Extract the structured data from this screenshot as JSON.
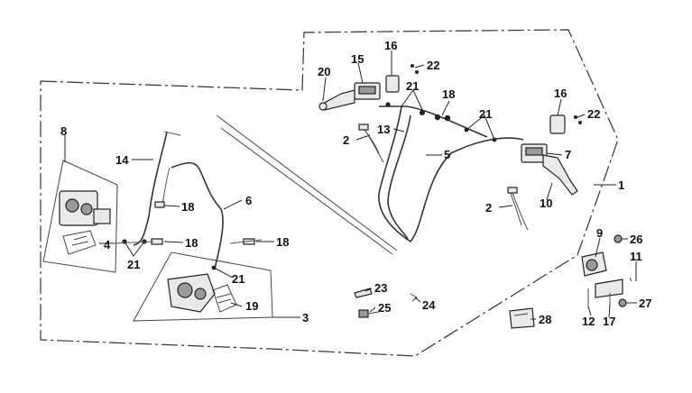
{
  "diagram": {
    "accent_color": "#222222",
    "background_color": "#ffffff",
    "callouts": [
      {
        "id": "c1",
        "label": "1"
      },
      {
        "id": "c2a",
        "label": "2"
      },
      {
        "id": "c2b",
        "label": "2"
      },
      {
        "id": "c3",
        "label": "3"
      },
      {
        "id": "c4",
        "label": "4"
      },
      {
        "id": "c5",
        "label": "5"
      },
      {
        "id": "c6",
        "label": "6"
      },
      {
        "id": "c7",
        "label": "7"
      },
      {
        "id": "c8",
        "label": "8"
      },
      {
        "id": "c9",
        "label": "9"
      },
      {
        "id": "c10",
        "label": "10"
      },
      {
        "id": "c11",
        "label": "11"
      },
      {
        "id": "c12",
        "label": "12"
      },
      {
        "id": "c13",
        "label": "13"
      },
      {
        "id": "c14",
        "label": "14"
      },
      {
        "id": "c15",
        "label": "15"
      },
      {
        "id": "c16a",
        "label": "16"
      },
      {
        "id": "c16b",
        "label": "16"
      },
      {
        "id": "c17",
        "label": "17"
      },
      {
        "id": "c18a",
        "label": "18"
      },
      {
        "id": "c18b",
        "label": "18"
      },
      {
        "id": "c18c",
        "label": "18"
      },
      {
        "id": "c18d",
        "label": "18"
      },
      {
        "id": "c19",
        "label": "19"
      },
      {
        "id": "c20",
        "label": "20"
      },
      {
        "id": "c21a",
        "label": "21"
      },
      {
        "id": "c21b",
        "label": "21"
      },
      {
        "id": "c21c",
        "label": "21"
      },
      {
        "id": "c21d",
        "label": "21"
      },
      {
        "id": "c22a",
        "label": "22"
      },
      {
        "id": "c22b",
        "label": "22"
      },
      {
        "id": "c23",
        "label": "23"
      },
      {
        "id": "c24",
        "label": "24"
      },
      {
        "id": "c25",
        "label": "25"
      },
      {
        "id": "c26",
        "label": "26"
      },
      {
        "id": "c27",
        "label": "27"
      },
      {
        "id": "c28",
        "label": "28"
      }
    ]
  }
}
